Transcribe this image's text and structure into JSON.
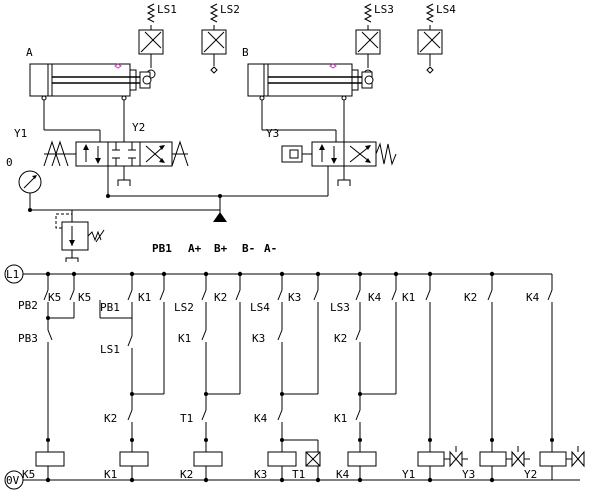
{
  "pneumatic": {
    "limit_switches": [
      "LS1",
      "LS2",
      "LS3",
      "LS4"
    ],
    "cylinders": [
      "A",
      "B"
    ],
    "solenoids": [
      "Y1",
      "Y2",
      "Y3"
    ],
    "gauge": "0"
  },
  "sequence": [
    "PB1",
    "A+",
    "B+",
    "B-",
    "A-"
  ],
  "rails": {
    "top": "L1",
    "bottom": "0V"
  },
  "ladder": {
    "contacts": [
      "K5",
      "K5",
      "PB2",
      "PB3",
      "PB1",
      "K1",
      "LS2",
      "K2",
      "LS4",
      "K3",
      "LS3",
      "K4",
      "K1",
      "K2",
      "K4",
      "LS1",
      "K1",
      "K2",
      "K3",
      "K2",
      "T1",
      "K4",
      "K1"
    ],
    "coils": [
      "K5",
      "K1",
      "K2",
      "K3",
      "T1",
      "K4",
      "Y1",
      "Y3",
      "Y2"
    ]
  }
}
